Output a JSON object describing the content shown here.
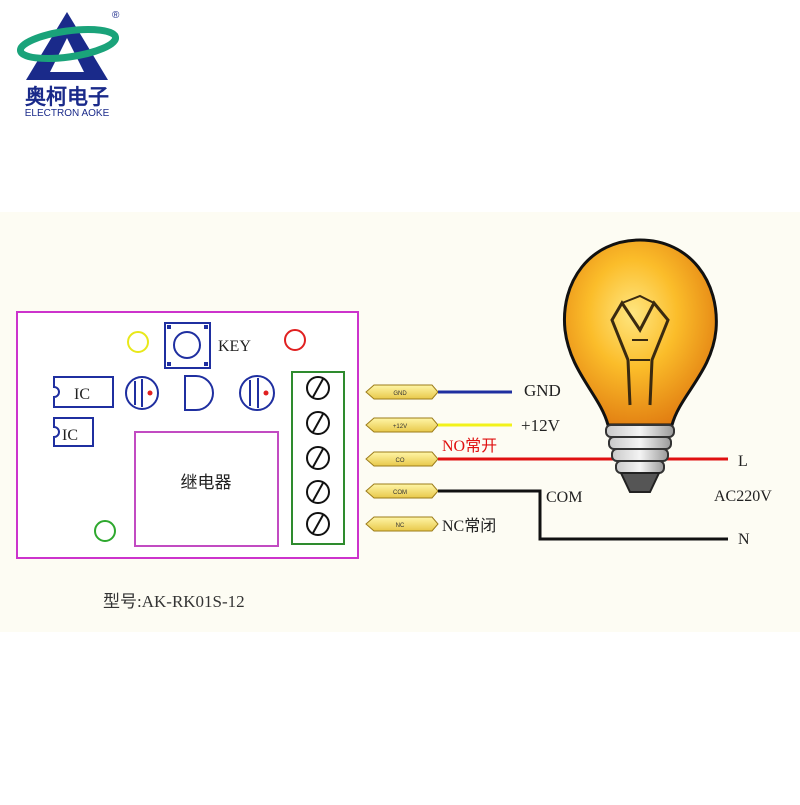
{
  "logo": {
    "name_cn": "奥柯电子",
    "name_en": "ELECTRON AOKE",
    "registered": "®"
  },
  "board": {
    "ic1": "IC",
    "ic2": "IC",
    "key": "KEY",
    "relay": "继电器",
    "model": "型号:AK-RK01S-12"
  },
  "connectors": [
    "GND",
    "+12V",
    "CO",
    "COM",
    "NC"
  ],
  "wires": {
    "gnd": "GND",
    "v12": "+12V",
    "no": "NO常开",
    "com": "COM",
    "nc": "NC常闭",
    "l": "L",
    "n": "N",
    "ac": "AC220V"
  },
  "colors": {
    "board_border": "#cc33cc",
    "terminal_border": "#2e8b2e",
    "panel_bg": "#fdfcf3",
    "wire_gnd": "#1f2fa0",
    "wire_12v": "#f2f21a",
    "wire_no": "#e01010",
    "wire_black": "#111111",
    "bulb_glow": "#f5a41c",
    "logo_blue": "#1a2a8a",
    "logo_green": "#1aa37a"
  }
}
